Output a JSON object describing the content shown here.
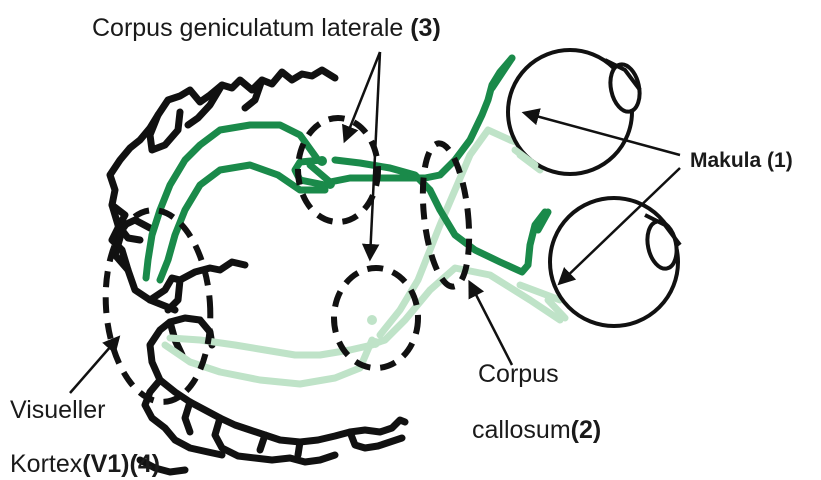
{
  "labels": {
    "cgl_text": "Corpus geniculatum laterale",
    "cgl_num": "(3)",
    "makula": "Makula (1)",
    "corpus_line1": "Corpus",
    "corpus_line2": "callosum",
    "corpus_num": "(2)",
    "visual_line1": "Visueller",
    "visual_line2": "Kortex",
    "visual_v1": "(V1)(4)"
  },
  "colors": {
    "dark_green": "#1a8a4a",
    "light_green": "#bfe3c8",
    "outline": "#111111",
    "text": "#1a1a1a"
  }
}
